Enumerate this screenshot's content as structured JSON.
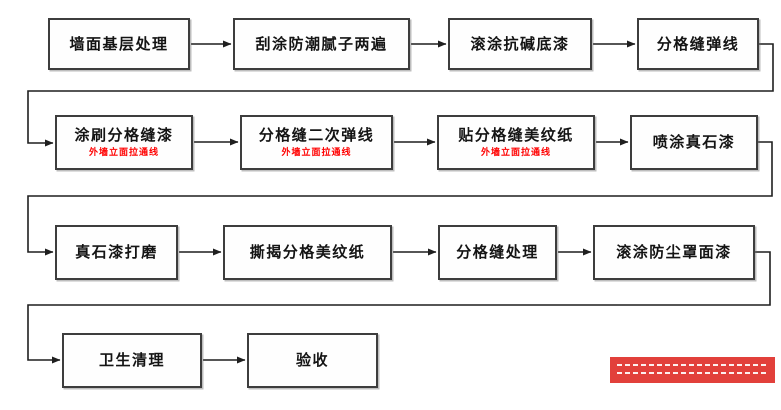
{
  "flow": {
    "rows": [
      {
        "steps": [
          {
            "label": "墙面基层处理"
          },
          {
            "label": "刮涂防潮腻子两遍"
          },
          {
            "label": "滚涂抗碱底漆"
          },
          {
            "label": "分格缝弹线"
          }
        ]
      },
      {
        "steps": [
          {
            "label": "涂刷分格缝漆",
            "note": "外墙立面拉通线"
          },
          {
            "label": "分格缝二次弹线",
            "note": "外墙立面拉通线"
          },
          {
            "label": "贴分格缝美纹纸",
            "note": "外墙立面拉通线"
          },
          {
            "label": "喷涂真石漆"
          }
        ]
      },
      {
        "steps": [
          {
            "label": "真石漆打磨"
          },
          {
            "label": "撕揭分格美纹纸"
          },
          {
            "label": "分格缝处理"
          },
          {
            "label": "滚涂防尘罩面漆"
          }
        ]
      },
      {
        "steps": [
          {
            "label": "卫生清理"
          },
          {
            "label": "验收"
          }
        ]
      }
    ]
  },
  "colors": {
    "box_border": "#3d3d3d",
    "connector": "#1f1f1f",
    "note_text": "#ff0000",
    "watermark_bg": "#e2403b"
  }
}
